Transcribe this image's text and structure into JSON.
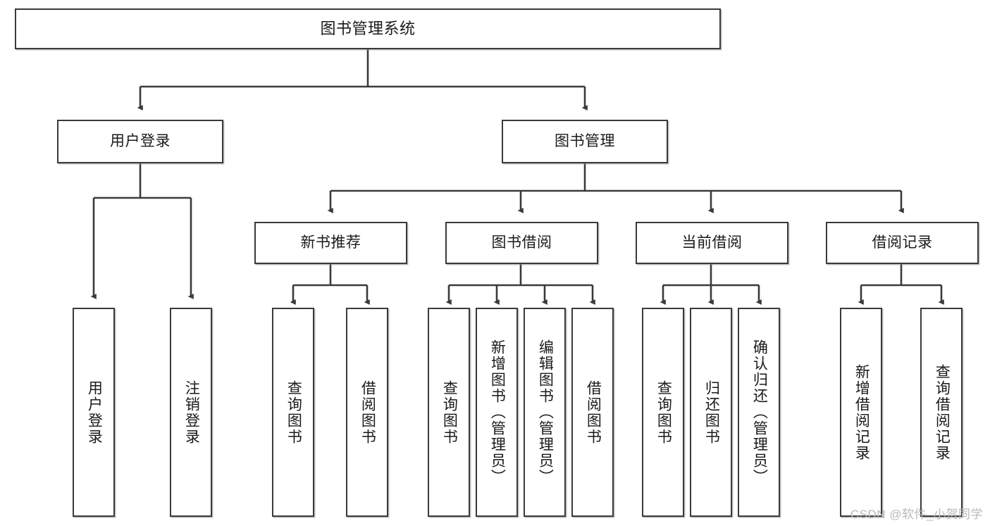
{
  "diagram": {
    "title": "图书管理系统",
    "type": "hierarchy-tree",
    "orientation": "top-down",
    "colors": {
      "box_border": "#3a3a3a",
      "box_fill": "#ffffff",
      "connector": "#3a3a3a",
      "text": "#1a1a1a",
      "watermark": "#b9b9b9"
    },
    "nodes": {
      "root": {
        "label": "图书管理系统"
      },
      "level2": [
        {
          "id": "user-login",
          "label": "用户登录"
        },
        {
          "id": "book-manage",
          "label": "图书管理"
        }
      ],
      "level3": [
        {
          "id": "new-book-recommend",
          "label": "新书推荐"
        },
        {
          "id": "book-borrow",
          "label": "图书借阅"
        },
        {
          "id": "current-borrow",
          "label": "当前借阅"
        },
        {
          "id": "borrow-record",
          "label": "借阅记录"
        }
      ],
      "leaves": [
        {
          "id": "leaf-user-login",
          "label": "用户登录"
        },
        {
          "id": "leaf-logout",
          "label": "注销登录"
        },
        {
          "id": "leaf-query-book-1",
          "label": "查询图书"
        },
        {
          "id": "leaf-borrow-book-1",
          "label": "借阅图书"
        },
        {
          "id": "leaf-query-book-2",
          "label": "查询图书"
        },
        {
          "id": "leaf-add-book",
          "label": "新增图书（管理员）"
        },
        {
          "id": "leaf-edit-book",
          "label": "编辑图书（管理员）"
        },
        {
          "id": "leaf-borrow-book-2",
          "label": "借阅图书"
        },
        {
          "id": "leaf-query-book-3",
          "label": "查询图书"
        },
        {
          "id": "leaf-return-book",
          "label": "归还图书"
        },
        {
          "id": "leaf-confirm-return",
          "label": "确认归还（管理员）"
        },
        {
          "id": "leaf-add-record",
          "label": "新增借阅记录"
        },
        {
          "id": "leaf-query-record",
          "label": "查询借阅记录"
        }
      ]
    },
    "edges": [
      {
        "from": "root",
        "to": "user-login"
      },
      {
        "from": "root",
        "to": "book-manage"
      },
      {
        "from": "user-login",
        "to": "leaf-user-login"
      },
      {
        "from": "user-login",
        "to": "leaf-logout"
      },
      {
        "from": "book-manage",
        "to": "new-book-recommend"
      },
      {
        "from": "book-manage",
        "to": "book-borrow"
      },
      {
        "from": "book-manage",
        "to": "current-borrow"
      },
      {
        "from": "book-manage",
        "to": "borrow-record"
      },
      {
        "from": "new-book-recommend",
        "to": "leaf-query-book-1"
      },
      {
        "from": "new-book-recommend",
        "to": "leaf-borrow-book-1"
      },
      {
        "from": "book-borrow",
        "to": "leaf-query-book-2"
      },
      {
        "from": "book-borrow",
        "to": "leaf-add-book"
      },
      {
        "from": "book-borrow",
        "to": "leaf-edit-book"
      },
      {
        "from": "book-borrow",
        "to": "leaf-borrow-book-2"
      },
      {
        "from": "current-borrow",
        "to": "leaf-query-book-3"
      },
      {
        "from": "current-borrow",
        "to": "leaf-return-book"
      },
      {
        "from": "current-borrow",
        "to": "leaf-confirm-return"
      },
      {
        "from": "borrow-record",
        "to": "leaf-add-record"
      },
      {
        "from": "borrow-record",
        "to": "leaf-query-record"
      }
    ]
  },
  "watermark": {
    "text": "CSDN @软件_小贺同学"
  }
}
